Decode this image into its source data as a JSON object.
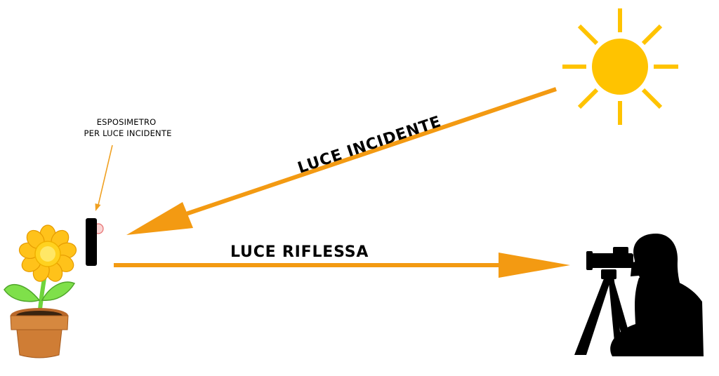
{
  "labels": {
    "meter_line1": "ESPOSIMETRO",
    "meter_line2": "PER LUCE INCIDENTE",
    "incident": "LUCE INCIDENTE",
    "reflected": "LUCE RIFLESSA"
  },
  "icons": {
    "sun": "sun-icon",
    "flower": "flower-pot-icon",
    "meter": "light-meter-icon",
    "photographer": "photographer-silhouette-icon"
  },
  "colors": {
    "arrow": "#F39A12",
    "sun": "#FFC300",
    "meter_pointer": "#F0A020",
    "silhouette": "#000000",
    "petals": "#FFC21A",
    "pot": "#CF7D35",
    "leaves": "#6FD43C"
  }
}
